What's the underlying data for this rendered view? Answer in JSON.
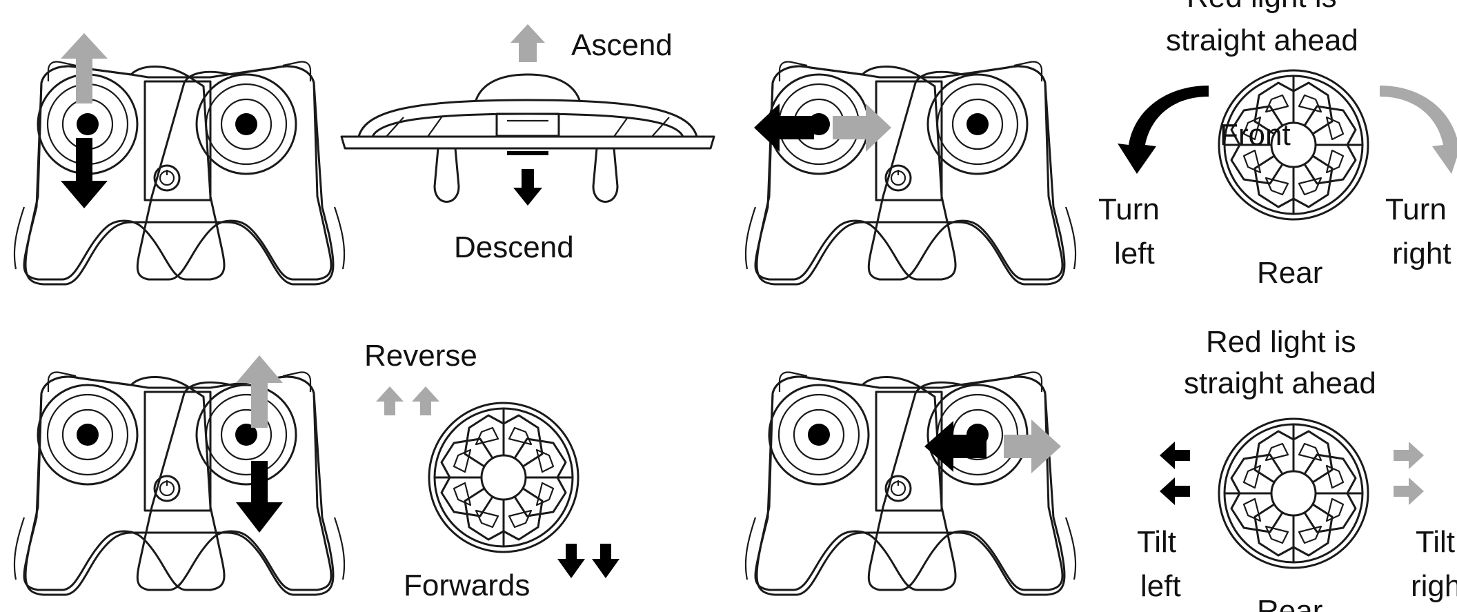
{
  "diagram": {
    "colors": {
      "primary_arrow": "#000000",
      "secondary_arrow": "#a9a9a9",
      "line": "#1a1a1a"
    },
    "panels": {
      "altitude": {
        "up_label": "Ascend",
        "down_label": "Descend"
      },
      "rotation": {
        "caption_line1": "Red light is",
        "caption_line2": "straight ahead",
        "front_label": "Front",
        "rear_label": "Rear",
        "left_label_line1": "Turn",
        "left_label_line2": "left",
        "right_label_line1": "Turn",
        "right_label_line2": "right"
      },
      "pitch": {
        "up_label": "Reverse",
        "down_label": "Forwards"
      },
      "roll": {
        "caption_line1": "Red light is",
        "caption_line2": "straight ahead",
        "rear_label": "Rear",
        "left_label_line1": "Tilt",
        "left_label_line2": "left",
        "right_label_line1": "Tilt",
        "right_label_line2": "right"
      }
    },
    "icons": [
      "controller-icon",
      "drone-side-icon",
      "drone-top-icon",
      "up-arrow-icon",
      "down-arrow-icon",
      "left-arrow-icon",
      "right-arrow-icon",
      "curved-turn-arrow-icon",
      "power-button-icon"
    ]
  }
}
